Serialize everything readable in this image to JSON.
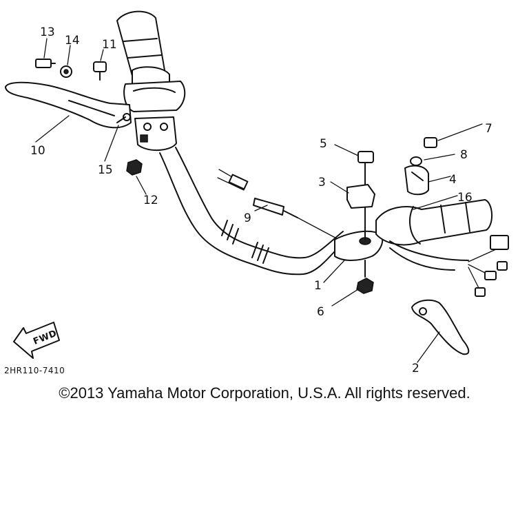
{
  "diagram": {
    "drawing_code": "2HR110-7410",
    "direction_label": "FWD",
    "callouts": [
      "1",
      "2",
      "3",
      "4",
      "5",
      "6",
      "7",
      "8",
      "9",
      "10",
      "11",
      "12",
      "13",
      "14",
      "15",
      "16"
    ]
  },
  "copyright": "©2013 Yamaha Motor Corporation, U.S.A. All rights reserved."
}
